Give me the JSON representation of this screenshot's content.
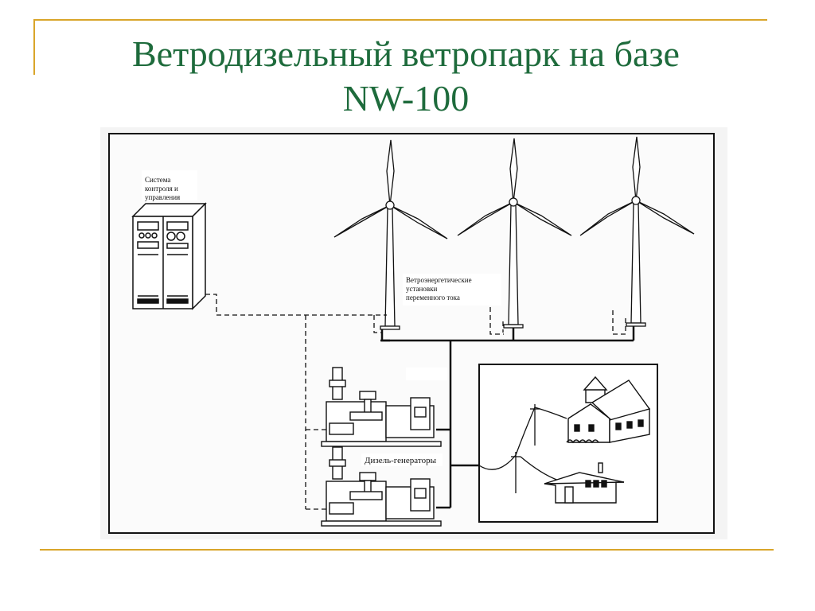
{
  "title": {
    "line1": "Ветродизельный ветропарк на базе",
    "line2": "NW-100"
  },
  "diagram": {
    "control_label": [
      "Система",
      "контроля и",
      "управления"
    ],
    "turbines_label": [
      "Ветроэнергетические",
      "установки",
      "переменного тока"
    ],
    "generators_label": "Дизель-генераторы"
  },
  "colors": {
    "title": "#1e6b3c",
    "accent_lines": "#d9a52a",
    "ink": "#111111"
  }
}
